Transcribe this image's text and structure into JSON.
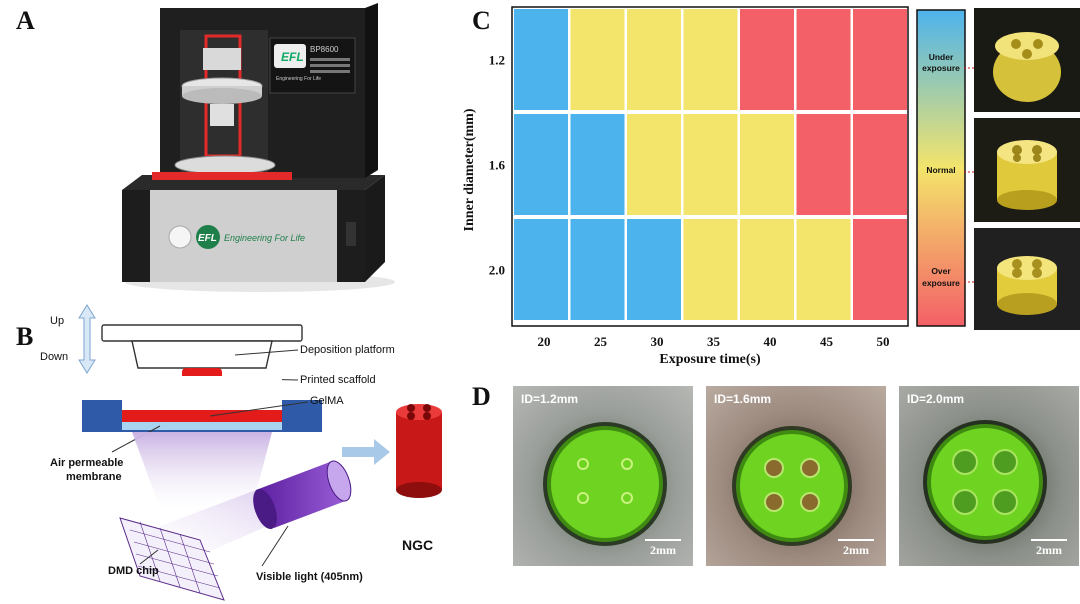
{
  "panels": {
    "A": {
      "letter": "A",
      "brand": "EFL",
      "model": "BP8600",
      "tagline": "Engineering For Life",
      "badge_sub": "Engineering For Life"
    },
    "B": {
      "letter": "B",
      "up": "Up",
      "down": "Down",
      "deposition_platform": "Deposition platform",
      "printed_scaffold": "Printed scaffold",
      "gelma": "GelMA",
      "air_membrane_line1": "Air permeable",
      "air_membrane_line2": "membrane",
      "dmd_chip": "DMD chip",
      "visible_light": "Visible light (405nm)",
      "ngc": "NGC"
    },
    "C": {
      "letter": "C",
      "legend": {
        "under": "Under\nexposure",
        "normal": "Normal",
        "over": "Over\nexposure"
      }
    },
    "D": {
      "letter": "D",
      "images": [
        {
          "id_label": "ID=1.2mm",
          "scale": "2mm"
        },
        {
          "id_label": "ID=1.6mm",
          "scale": "2mm"
        },
        {
          "id_label": "ID=2.0mm",
          "scale": "2mm"
        }
      ]
    }
  },
  "colors": {
    "under": "#4db3ec",
    "normal": "#f3e46b",
    "over": "#f36067"
  },
  "chart_data": {
    "type": "heatmap",
    "xlabel": "Exposure time(s)",
    "ylabel": "Inner diameter(mm)",
    "x": [
      "20",
      "25",
      "30",
      "35",
      "40",
      "45",
      "50"
    ],
    "y": [
      "1.2",
      "1.6",
      "2.0"
    ],
    "categories": [
      "Under exposure",
      "Normal",
      "Over exposure"
    ],
    "values": [
      [
        "Under exposure",
        "Normal",
        "Normal",
        "Normal",
        "Over exposure",
        "Over exposure",
        "Over exposure"
      ],
      [
        "Under exposure",
        "Under exposure",
        "Normal",
        "Normal",
        "Normal",
        "Over exposure",
        "Over exposure"
      ],
      [
        "Under exposure",
        "Under exposure",
        "Under exposure",
        "Normal",
        "Normal",
        "Normal",
        "Over exposure"
      ]
    ]
  }
}
